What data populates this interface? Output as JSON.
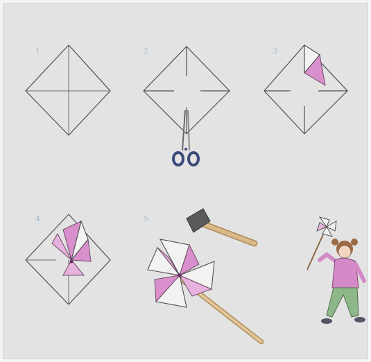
{
  "steps": [
    {
      "number": "1",
      "icon": "paper-square-icon"
    },
    {
      "number": "2",
      "icon": "scissors-cut-icon"
    },
    {
      "number": "3",
      "icon": "fold-corner-icon"
    },
    {
      "number": "4",
      "icon": "pinwheel-fold-icon"
    },
    {
      "number": "5",
      "icon": "pinwheel-nail-icon"
    }
  ],
  "final_illustration": "girl-with-pinwheel-icon",
  "colors": {
    "background": "#e3e3e3",
    "lines": "#4e4e4e",
    "pink": "#d98fcb",
    "scissors_handle": "#3a4a7a",
    "wood": "#d9b98a",
    "hammer_head": "#555555",
    "girl_shirt": "#d48ac6",
    "girl_pants": "#8fb88a",
    "girl_hair": "#9c6a45"
  }
}
